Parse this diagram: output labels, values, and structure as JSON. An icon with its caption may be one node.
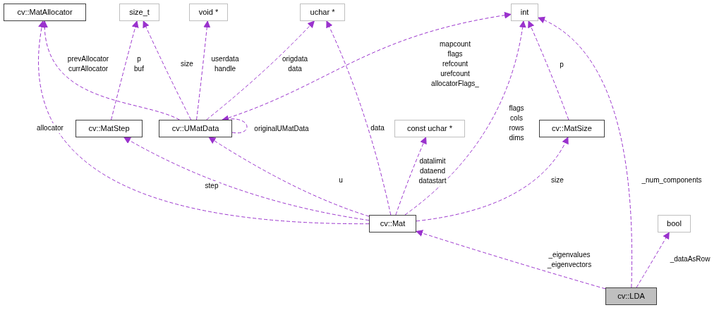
{
  "diagram": {
    "nodes": [
      {
        "text": [
          "cv::MatAllocator"
        ]
      },
      {
        "text": [
          "size_t"
        ]
      },
      {
        "text": [
          "void *"
        ]
      },
      {
        "text": [
          "uchar *"
        ]
      },
      {
        "text": [
          "int"
        ]
      },
      {
        "text": [
          "cv::MatStep"
        ]
      },
      {
        "text": [
          "cv::UMatData"
        ]
      },
      {
        "text": [
          "const uchar *"
        ]
      },
      {
        "text": [
          "cv::MatSize"
        ]
      },
      {
        "text": [
          "cv::Mat"
        ]
      },
      {
        "text": [
          "bool"
        ]
      },
      {
        "text": [
          "cv::LDA"
        ]
      }
    ],
    "edges": [
      {
        "from": 6,
        "to": 0,
        "arrow": "to",
        "label": "prevAllocator currAllocator",
        "style": "dashed"
      },
      {
        "from": 5,
        "to": 1,
        "arrow": "to",
        "label": "p buf",
        "style": "dashed"
      },
      {
        "from": 6,
        "to": 1,
        "arrow": "to",
        "label": "size",
        "style": "dashed"
      },
      {
        "from": 6,
        "to": 2,
        "arrow": "to",
        "label": "userdata handle",
        "style": "dashed"
      },
      {
        "from": 6,
        "to": 3,
        "arrow": "to",
        "label": "origdata data",
        "style": "dashed"
      },
      {
        "from": 6,
        "to": 4,
        "arrow": "to",
        "label": "mapcount flags refcount urefcount allocatorFlags_",
        "style": "dashed"
      },
      {
        "from": 6,
        "to": 6,
        "arrow": "to",
        "label": "originalUMatData",
        "style": "dashed"
      },
      {
        "from": 9,
        "to": 0,
        "arrow": "to",
        "label": "allocator",
        "style": "dashed"
      },
      {
        "from": 9,
        "to": 5,
        "arrow": "to",
        "label": "step",
        "style": "dashed"
      },
      {
        "from": 9,
        "to": 6,
        "arrow": "to",
        "label": "u",
        "style": "dashed"
      },
      {
        "from": 9,
        "to": 3,
        "arrow": "to",
        "label": "data",
        "style": "dashed"
      },
      {
        "from": 9,
        "to": 7,
        "arrow": "to",
        "label": "datalimit dataend datastart",
        "style": "dashed"
      },
      {
        "from": 9,
        "to": 4,
        "arrow": "to",
        "label": "flags cols rows dims",
        "style": "dashed"
      },
      {
        "from": 9,
        "to": 8,
        "arrow": "to",
        "label": "size",
        "style": "dashed"
      },
      {
        "from": 8,
        "to": 4,
        "arrow": "to",
        "label": "p",
        "style": "dashed"
      },
      {
        "from": 11,
        "to": 4,
        "arrow": "to",
        "label": "_num_components",
        "style": "dashed"
      },
      {
        "from": 11,
        "to": 9,
        "arrow": "to",
        "label": "_eigenvalues _eigenvectors",
        "style": "dashed"
      },
      {
        "from": 11,
        "to": 10,
        "arrow": "to",
        "label": "_dataAsRow",
        "style": "dashed"
      }
    ]
  }
}
